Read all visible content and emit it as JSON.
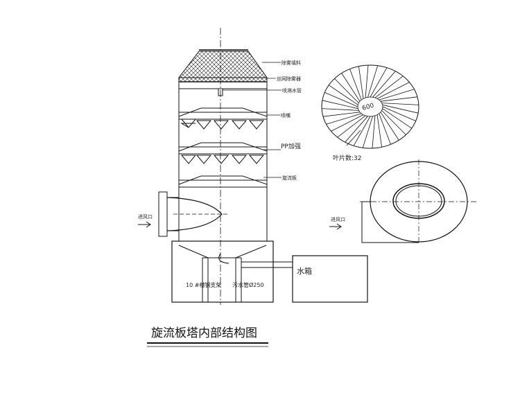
{
  "diagram": {
    "title": "旋流板塔内部结构图",
    "labels": {
      "packing": "除雾填料",
      "wire_mesh_demister": "丝网除雾器",
      "spray_pipe": "喷淋水管",
      "nozzle": "喷嘴",
      "pp_plate": "PP加强",
      "swirl_plate": "旋流板",
      "air_inlet_left": "进风口",
      "air_inlet_right": "进风口",
      "water_tank": "水箱",
      "support_frame": "10 #槽钢支架",
      "pump_pipe": "污水管Ø250",
      "impeller_diameter": "600",
      "blade_count": "叶片数:32"
    }
  },
  "colors": {
    "line": "#111111",
    "background": "#ffffff"
  }
}
